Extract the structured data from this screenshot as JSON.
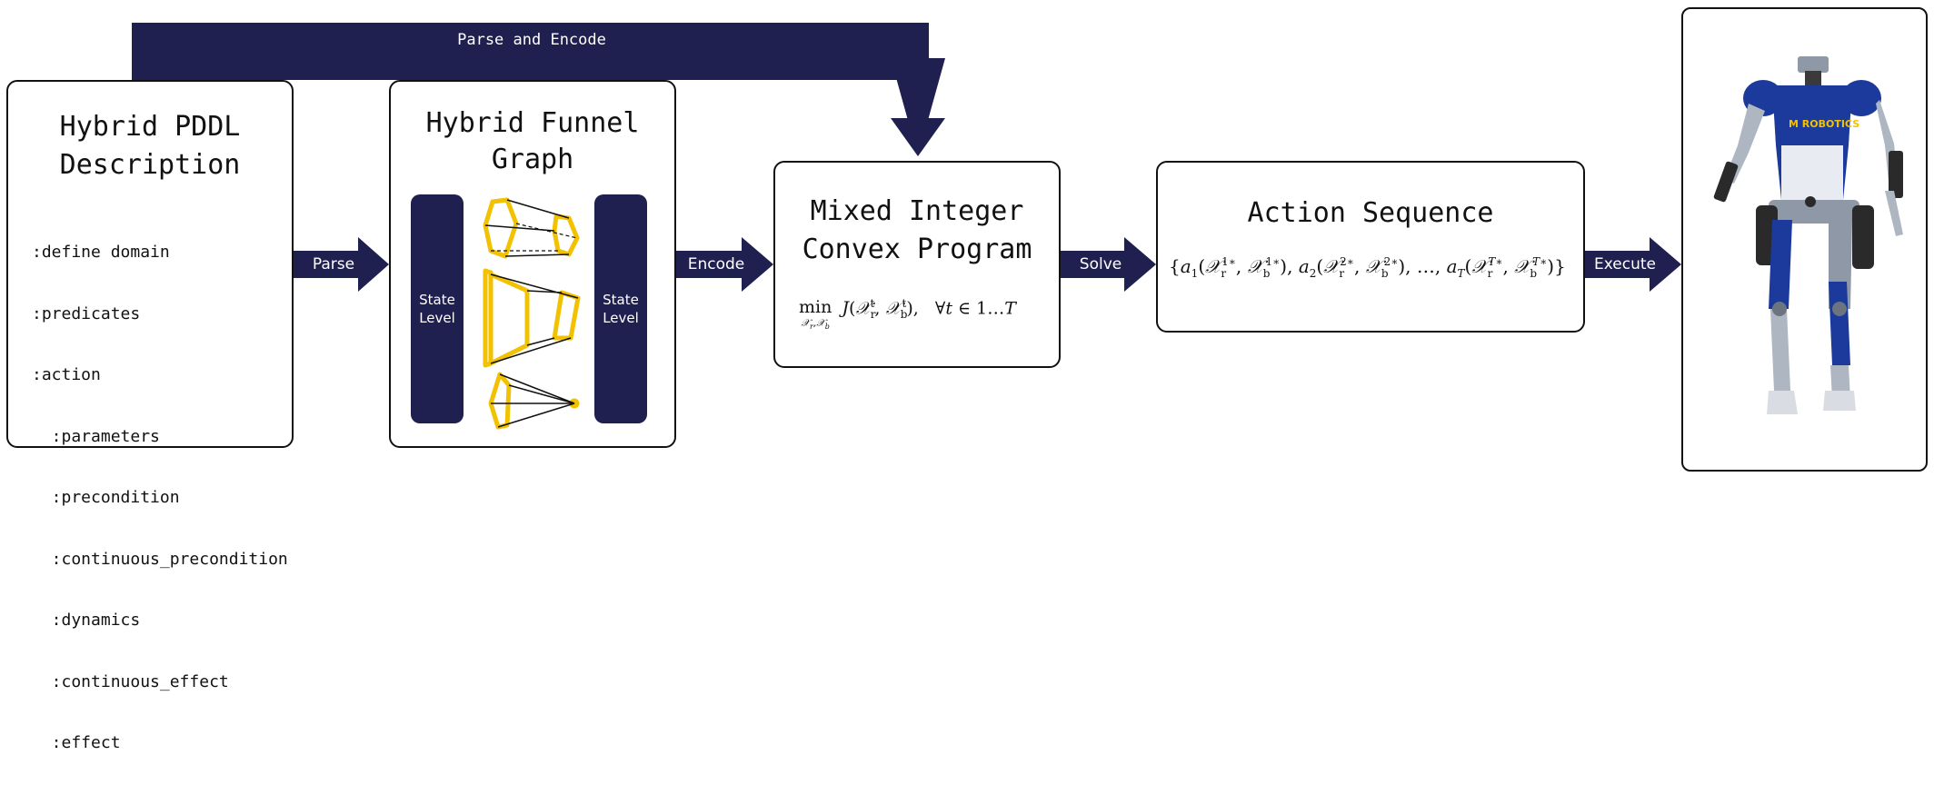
{
  "colors": {
    "navy": "#1f2050",
    "funnel": "#f2c200",
    "border": "#111111"
  },
  "flow": {
    "top_arrow_label": "Parse and Encode",
    "arrows": [
      "Parse",
      "Encode",
      "Solve",
      "Execute"
    ]
  },
  "pddl": {
    "title_lines": [
      "Hybrid PDDL",
      "Description"
    ],
    "lines": [
      ":define domain",
      ":predicates",
      ":action",
      "  :parameters",
      "  :precondition",
      "  :continuous_precondition",
      "  :dynamics",
      "  :continuous_effect",
      "  :effect"
    ]
  },
  "funnel_graph": {
    "title_lines": [
      "Hybrid Funnel",
      "Graph"
    ],
    "left_level_lines": [
      "State",
      "Level"
    ],
    "right_level_lines": [
      "State",
      "Level"
    ],
    "icons": [
      "funnel-icon",
      "funnel-icon",
      "funnel-icon"
    ]
  },
  "micp": {
    "title_lines": [
      "Mixed Integer",
      "Convex Program"
    ],
    "formula": "min J(Xr^t, Xb^t), ∀t ∈ 1…T"
  },
  "action_sequence": {
    "title": "Action Sequence",
    "sequence": "{a1(Xr^1*, Xb^1*), a2(Xr^2*, Xb^2*), …, aT(Xr^T*, Xb^T*)}"
  },
  "robot": {
    "icon": "humanoid-robot-icon",
    "chest_logo": "M ROBOTICS"
  }
}
